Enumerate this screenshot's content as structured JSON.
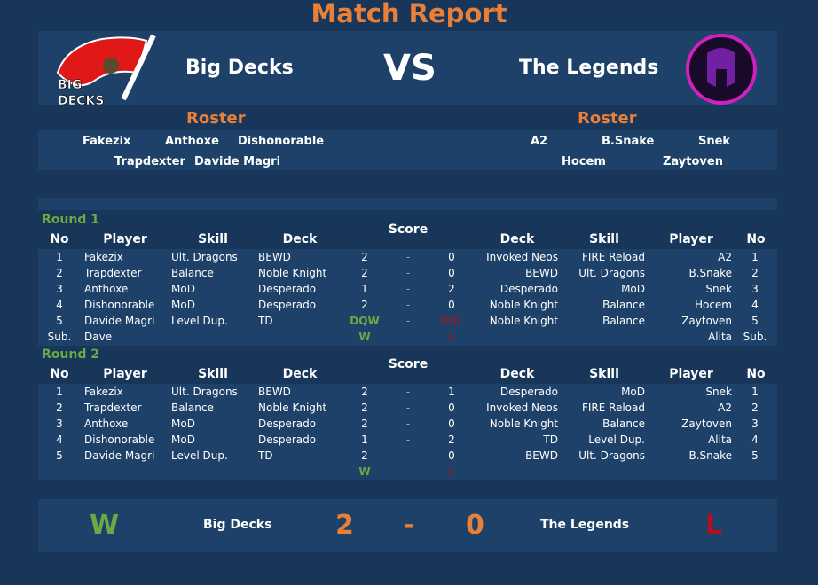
{
  "title": "Match Report",
  "vs": "VS",
  "home": {
    "name": "Big Decks",
    "logo_text": "BIG DECKS",
    "roster_label": "Roster",
    "roster": [
      "Fakezix",
      "Anthoxe",
      "Dishonorable",
      "Trapdexter",
      "Davide Magri"
    ]
  },
  "away": {
    "name": "The Legends",
    "roster_label": "Roster",
    "roster": [
      "A2",
      "B.Snake",
      "Snek",
      "Hocem",
      "Zaytoven"
    ]
  },
  "columns": {
    "no": "No",
    "player": "Player",
    "skill": "Skill",
    "deck": "Deck",
    "score": "Score"
  },
  "rounds": [
    {
      "label": "Round 1",
      "rows": [
        [
          "1",
          "Fakezix",
          "Ult. Dragons",
          "BEWD",
          "2",
          "-",
          "0",
          "Invoked Neos",
          "FIRE Reload",
          "A2",
          "1"
        ],
        [
          "2",
          "Trapdexter",
          "Balance",
          "Noble Knight",
          "2",
          "-",
          "0",
          "BEWD",
          "Ult. Dragons",
          "B.Snake",
          "2"
        ],
        [
          "3",
          "Anthoxe",
          "MoD",
          "Desperado",
          "1",
          "-",
          "2",
          "Desperado",
          "MoD",
          "Snek",
          "3"
        ],
        [
          "4",
          "Dishonorable",
          "MoD",
          "Desperado",
          "2",
          "-",
          "0",
          "Noble Knight",
          "Balance",
          "Hocem",
          "4"
        ],
        [
          "5",
          "Davide Magri",
          "Level Dup.",
          "TD",
          "DQW",
          "-",
          "DQL",
          "Noble Knight",
          "Balance",
          "Zaytoven",
          "5"
        ],
        [
          "Sub.",
          "Dave",
          "",
          "",
          "W",
          "",
          "L",
          "",
          "",
          "Alita",
          "Sub."
        ]
      ]
    },
    {
      "label": "Round 2",
      "rows": [
        [
          "1",
          "Fakezix",
          "Ult. Dragons",
          "BEWD",
          "2",
          "-",
          "1",
          "Desperado",
          "MoD",
          "Snek",
          "1"
        ],
        [
          "2",
          "Trapdexter",
          "Balance",
          "Noble Knight",
          "2",
          "-",
          "0",
          "Invoked Neos",
          "FIRE Reload",
          "A2",
          "2"
        ],
        [
          "3",
          "Anthoxe",
          "MoD",
          "Desperado",
          "2",
          "-",
          "0",
          "Noble Knight",
          "Balance",
          "Zaytoven",
          "3"
        ],
        [
          "4",
          "Dishonorable",
          "MoD",
          "Desperado",
          "1",
          "-",
          "2",
          "TD",
          "Level Dup.",
          "Alita",
          "4"
        ],
        [
          "5",
          "Davide Magri",
          "Level Dup.",
          "TD",
          "2",
          "-",
          "0",
          "BEWD",
          "Ult. Dragons",
          "B.Snake",
          "5"
        ],
        [
          "",
          "",
          "",
          "",
          "W",
          "",
          "L",
          "",
          "",
          "",
          ""
        ]
      ]
    }
  ],
  "summary": {
    "home_result": "W",
    "home_name": "Big Decks",
    "home_score": "2",
    "dash": "-",
    "away_score": "0",
    "away_name": "The Legends",
    "away_result": "L"
  },
  "colors": {
    "accent": "#e8803a",
    "win": "#6aaa45",
    "loss": "#b01020"
  }
}
